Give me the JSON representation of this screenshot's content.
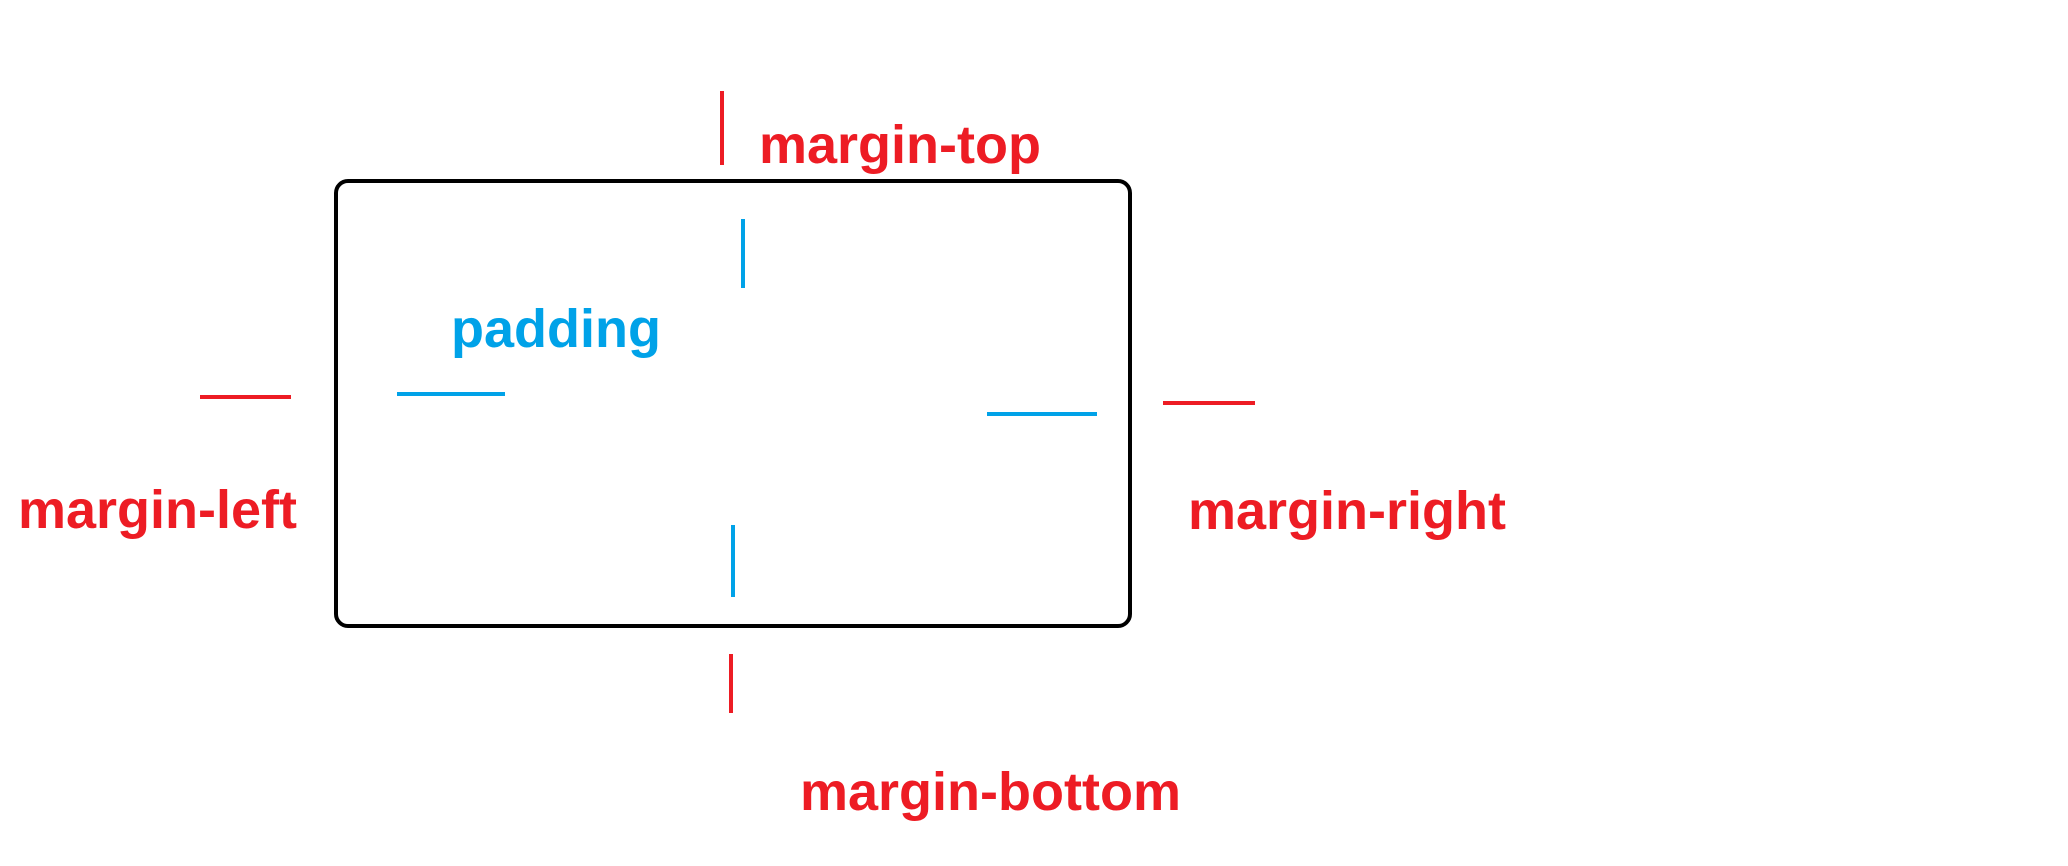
{
  "diagram": {
    "labels": {
      "margin_top": "margin-top",
      "margin_left": "margin-left",
      "margin_right": "margin-right",
      "margin_bottom": "margin-bottom",
      "padding": "padding"
    },
    "colors": {
      "margin": "#ed1c24",
      "padding": "#00a2e8",
      "box_border": "#000000",
      "background": "#ffffff"
    }
  }
}
